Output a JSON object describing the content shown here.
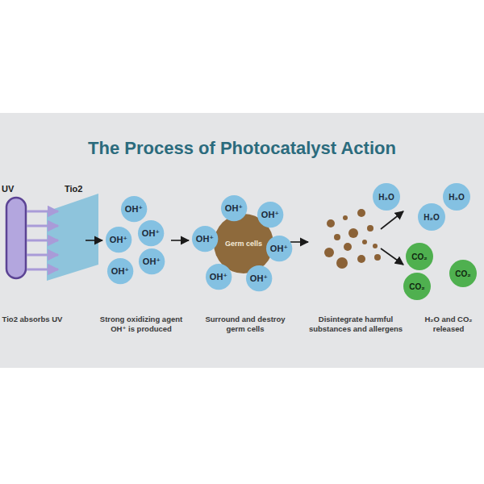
{
  "diagram": {
    "title": "The Process of Photocatalyst Action",
    "nodes": [
      {
        "text": [
          "OH⁺"
        ]
      },
      {
        "text": [
          "OH⁺"
        ]
      },
      {
        "text": [
          "OH⁺"
        ]
      },
      {
        "text": [
          "OH⁺"
        ]
      },
      {
        "text": [
          "OH⁺"
        ]
      },
      {
        "text": [
          "Germ cells"
        ]
      },
      {
        "text": [
          "OH⁺"
        ]
      },
      {
        "text": [
          "OH⁺"
        ]
      },
      {
        "text": [
          "OH⁺"
        ]
      },
      {
        "text": [
          "OH⁺"
        ]
      },
      {
        "text": [
          "OH⁺"
        ]
      },
      {
        "text": [
          "OH⁺"
        ]
      },
      {
        "text": [
          "H₂O"
        ]
      },
      {
        "text": [
          "H₂O"
        ]
      },
      {
        "text": [
          "H₂O"
        ]
      },
      {
        "text": [
          "CO₂"
        ]
      },
      {
        "text": [
          "CO₂"
        ]
      },
      {
        "text": [
          "CO₂"
        ]
      }
    ],
    "labels": [
      "UV",
      "Tio2",
      "Tio2 absorbs UV",
      "Strong oxidizing agent OH⁺ is produced",
      "Surround and destroy germ cells",
      "Disintegrate harmful substances and allergens",
      "H₂O and CO₂ released"
    ]
  }
}
